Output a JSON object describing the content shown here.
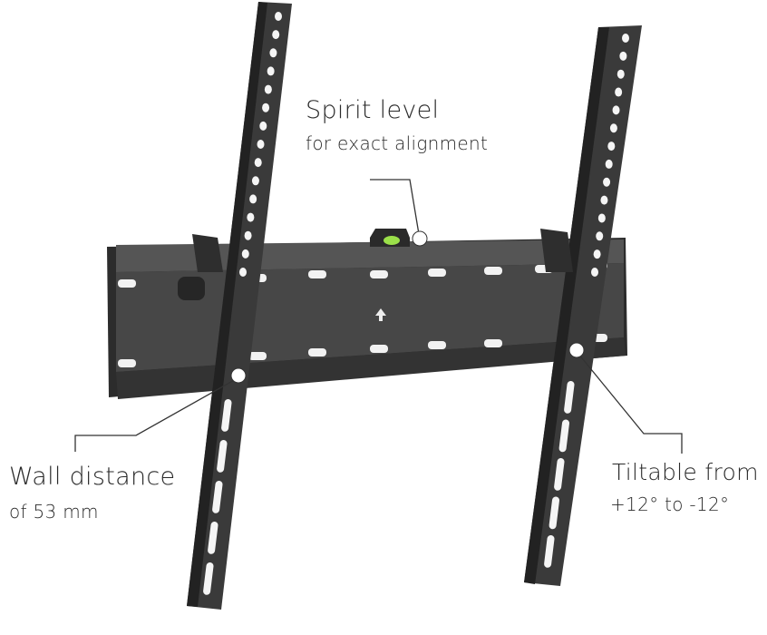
{
  "callouts": {
    "spirit_level": {
      "title": "Spirit level",
      "subtitle": "for exact alignment"
    },
    "wall_distance": {
      "title": "Wall distance",
      "subtitle": "of 53 mm"
    },
    "tilt": {
      "title": "Tiltable from",
      "subtitle": "+12° to -12°"
    }
  },
  "colors": {
    "metal": "#3a3a3a",
    "metal_dark": "#242424",
    "plate": "#4a4a4a",
    "level": "#9be04a",
    "line": "#333333"
  }
}
